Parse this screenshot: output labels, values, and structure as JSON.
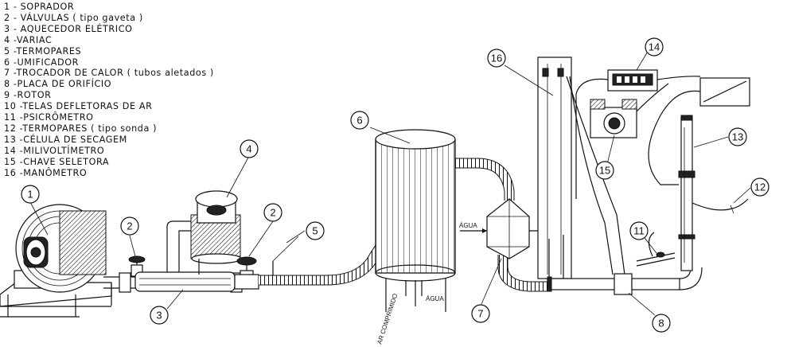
{
  "legend": [
    "1 - SOPRADOR",
    "2 - VÁLVULAS  ( tipo gaveta )",
    "3 - AQUECEDOR ELÉTRICO",
    "4 -VARIAC",
    "5 -TERMOPARES",
    "6 -UMIFICADOR",
    "7 -TROCADOR DE CALOR ( tubos aletados )",
    "8 -PLACA DE ORIFÍCIO",
    "9 -ROTOR",
    "10 -TELAS DEFLETORAS DE AR",
    "11 -PSICRÔMETRO",
    "12 -TERMOPARES ( tipo sonda )",
    "13 -CÉLULA DE SECAGEM",
    "14 -MILIVOLTÍMETRO",
    "15 -CHAVE SELETORA",
    "16 -MANÔMETRO"
  ],
  "callouts": {
    "c1": "1",
    "c2a": "2",
    "c2b": "2",
    "c3": "3",
    "c4": "4",
    "c5": "5",
    "c6": "6",
    "c7": "7",
    "c8": "8",
    "c11": "11",
    "c12": "12",
    "c13": "13",
    "c14": "14",
    "c15": "15",
    "c16": "16"
  },
  "labels": {
    "agua_in": "ÁGUA",
    "agua_out": "ÁGUA",
    "ar_comprimido": "AR COMPRIMIDO"
  }
}
